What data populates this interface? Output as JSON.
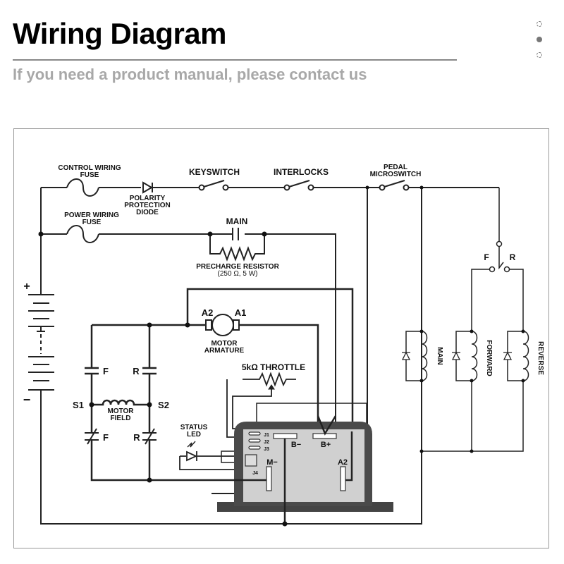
{
  "header": {
    "title": "Wiring Diagram",
    "subtitle": "If you need a product manual, please contact us"
  },
  "carousel": {
    "indicators": [
      "empty",
      "filled",
      "empty"
    ],
    "active_index": 1
  },
  "diagram": {
    "labels": {
      "control_fuse_1": "CONTROL WIRING",
      "control_fuse_2": "FUSE",
      "diode_1": "POLARITY",
      "diode_2": "PROTECTION",
      "diode_3": "DIODE",
      "keyswitch": "KEYSWITCH",
      "interlocks": "INTERLOCKS",
      "pedal_1": "PEDAL",
      "pedal_2": "MICROSWITCH",
      "power_fuse_1": "POWER WIRING",
      "power_fuse_2": "FUSE",
      "main_contact": "MAIN",
      "precharge_1": "PRECHARGE RESISTOR",
      "precharge_2": "(250 Ω, 5 W)",
      "battery_plus": "+",
      "battery_minus": "−",
      "a2": "A2",
      "a1": "A1",
      "armature_1": "MOTOR",
      "armature_2": "ARMATURE",
      "f_top": "F",
      "r_top": "R",
      "s1": "S1",
      "s2": "S2",
      "field_1": "MOTOR",
      "field_2": "FIELD",
      "f_bottom": "F",
      "r_bottom": "R",
      "throttle": "5kΩ THROTTLE",
      "status_1": "STATUS",
      "status_2": "LED",
      "j1": "J1",
      "j2": "J2",
      "j3": "J3",
      "j4": "J4",
      "b_minus": "B−",
      "b_plus": "B+",
      "m_minus": "M−",
      "ctrl_a2": "A2",
      "fr_f": "F",
      "fr_r": "R",
      "coil_main": "MAIN",
      "coil_forward": "FORWARD",
      "coil_reverse": "REVERSE"
    }
  }
}
